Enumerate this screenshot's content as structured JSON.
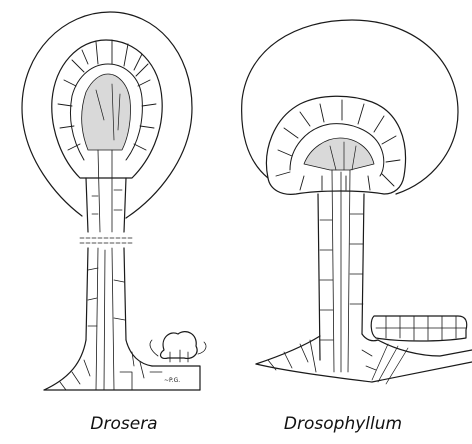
{
  "figure": {
    "labels": {
      "left": "Drosera",
      "right": "Drosophyllum"
    },
    "signature": "~P.G.",
    "colors": {
      "ink": "#1a1a1a",
      "paper": "#ffffff"
    }
  }
}
